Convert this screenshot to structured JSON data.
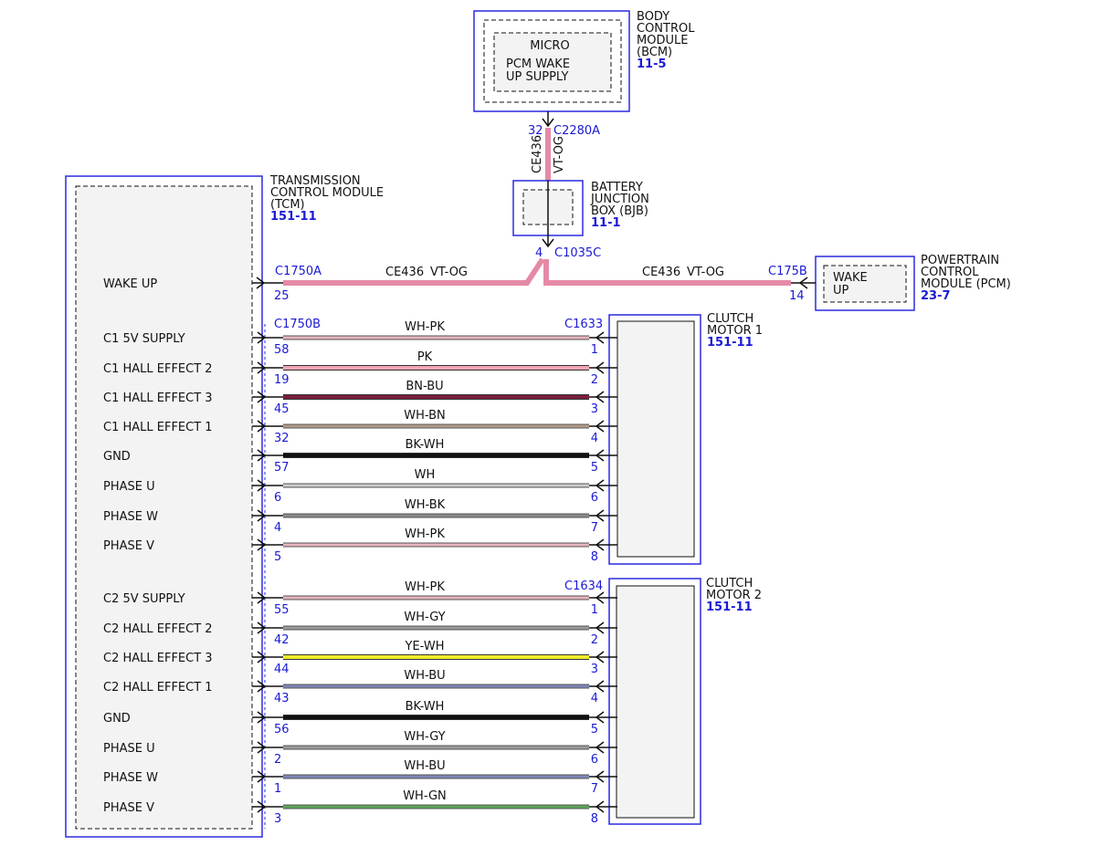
{
  "colors": {
    "module_border": "#2a2ae0",
    "ref_text": "#1a1ad6",
    "wire_vt_og": "#e58aa6",
    "wire_wh_pk": "#e6b4bd",
    "wire_pk": "#f3a6b6",
    "wire_bn_bu": "#7a1f3d",
    "wire_wh_bn": "#b39a88",
    "wire_bk_wh": "#111111",
    "wire_wh": "#cccccc",
    "wire_wh_bk": "#8a8a8a",
    "wire_wh_gy": "#9a9a9a",
    "wire_ye_wh": "#f2ec2a",
    "wire_wh_bu": "#7f86b8",
    "wire_wh_gn": "#5aa75a"
  },
  "bcm": {
    "title": [
      "BODY",
      "CONTROL",
      "MODULE",
      "(BCM)"
    ],
    "ref": "11-5",
    "inner_title": "MICRO",
    "inner_lines": [
      "PCM WAKE",
      "UP SUPPLY"
    ],
    "pin": "32",
    "connector": "C2280A"
  },
  "vertical_wire": {
    "circuit": "CE436",
    "color": "VT-OG"
  },
  "bjb": {
    "title": [
      "BATTERY",
      "JUNCTION",
      "BOX (BJB)"
    ],
    "ref": "11-1",
    "pin": "4",
    "connector": "C1035C"
  },
  "tcm": {
    "title": [
      "TRANSMISSION",
      "CONTROL MODULE",
      "(TCM)"
    ],
    "ref": "151-11",
    "wake_label": "WAKE UP",
    "wake_connector": "C1750A",
    "wake_pin": "25",
    "motor_connector": "C1750B"
  },
  "wake_left": {
    "circuit": "CE436",
    "color": "VT-OG"
  },
  "wake_right": {
    "circuit": "CE436",
    "color": "VT-OG"
  },
  "pcm": {
    "title": [
      "POWERTRAIN",
      "CONTROL",
      "MODULE (PCM)"
    ],
    "ref": "23-7",
    "connector": "C175B",
    "pin": "14",
    "inner_lines": [
      "WAKE",
      "UP"
    ]
  },
  "motor1": {
    "title": [
      "CLUTCH",
      "MOTOR 1"
    ],
    "ref": "151-11",
    "connector": "C1633",
    "wires": [
      {
        "label": "C1 5V SUPPLY",
        "tcm_pin": "58",
        "color": "WH-PK",
        "motor_pin": "1"
      },
      {
        "label": "C1 HALL EFFECT 2",
        "tcm_pin": "19",
        "color": "PK",
        "motor_pin": "2"
      },
      {
        "label": "C1 HALL EFFECT 3",
        "tcm_pin": "45",
        "color": "BN-BU",
        "motor_pin": "3"
      },
      {
        "label": "C1 HALL EFFECT 1",
        "tcm_pin": "32",
        "color": "WH-BN",
        "motor_pin": "4"
      },
      {
        "label": "GND",
        "tcm_pin": "57",
        "color": "BK-WH",
        "motor_pin": "5"
      },
      {
        "label": "PHASE U",
        "tcm_pin": "6",
        "color": "WH",
        "motor_pin": "6"
      },
      {
        "label": "PHASE W",
        "tcm_pin": "4",
        "color": "WH-BK",
        "motor_pin": "7"
      },
      {
        "label": "PHASE V",
        "tcm_pin": "5",
        "color": "WH-PK",
        "motor_pin": "8"
      }
    ]
  },
  "motor2": {
    "title": [
      "CLUTCH",
      "MOTOR 2"
    ],
    "ref": "151-11",
    "connector": "C1634",
    "wires": [
      {
        "label": "C2 5V SUPPLY",
        "tcm_pin": "55",
        "color": "WH-PK",
        "motor_pin": "1"
      },
      {
        "label": "C2 HALL EFFECT 2",
        "tcm_pin": "42",
        "color": "WH-GY",
        "motor_pin": "2"
      },
      {
        "label": "C2 HALL EFFECT 3",
        "tcm_pin": "44",
        "color": "YE-WH",
        "motor_pin": "3"
      },
      {
        "label": "C2 HALL EFFECT 1",
        "tcm_pin": "43",
        "color": "WH-BU",
        "motor_pin": "4"
      },
      {
        "label": "GND",
        "tcm_pin": "56",
        "color": "BK-WH",
        "motor_pin": "5"
      },
      {
        "label": "PHASE U",
        "tcm_pin": "2",
        "color": "WH-GY",
        "motor_pin": "6"
      },
      {
        "label": "PHASE W",
        "tcm_pin": "1",
        "color": "WH-BU",
        "motor_pin": "7"
      },
      {
        "label": "PHASE V",
        "tcm_pin": "3",
        "color": "WH-GN",
        "motor_pin": "8"
      }
    ]
  }
}
